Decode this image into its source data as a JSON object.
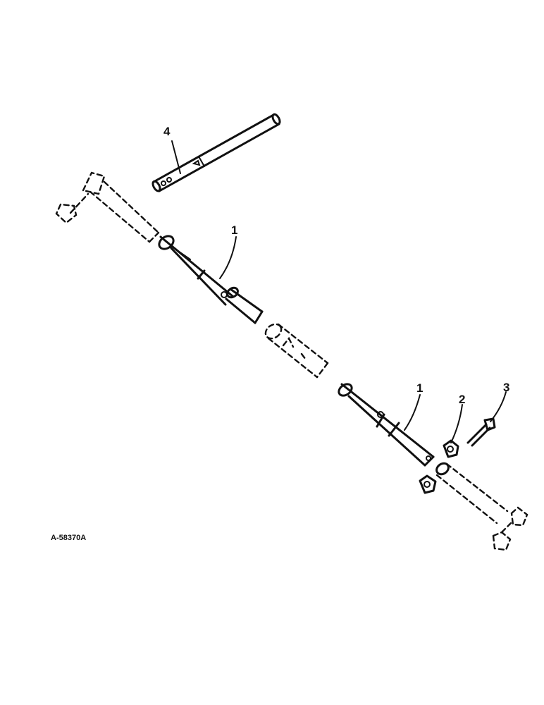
{
  "callouts": [
    {
      "id": "part-1-upper",
      "label": "1"
    },
    {
      "id": "part-1-lower",
      "label": "1"
    },
    {
      "id": "part-2",
      "label": "2"
    },
    {
      "id": "part-3",
      "label": "3"
    },
    {
      "id": "part-4",
      "label": "4"
    }
  ],
  "reference_code": "A-58370A"
}
